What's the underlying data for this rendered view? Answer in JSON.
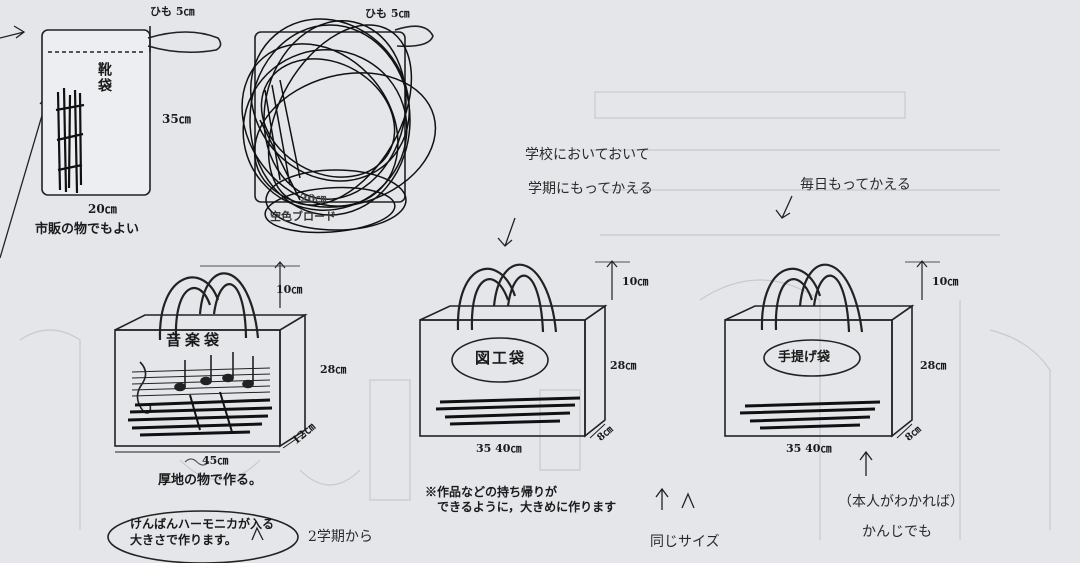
{
  "page": {
    "background": "#e4e6ea",
    "ink": "#1a1a1a",
    "scribble": "#111111",
    "scribble_shade": "#555555"
  },
  "shoe_bag": {
    "label": "靴袋",
    "string": "ひも 5㎝",
    "height": "35㎝",
    "width": "20㎝",
    "note": "市販の物でもよい"
  },
  "second_bag": {
    "string": "ひも 5㎝",
    "width": "20㎝",
    "material": "空色ブロード"
  },
  "music_bag": {
    "label": "音楽袋",
    "handle": "10㎝",
    "height": "28㎝",
    "width": "45㎝",
    "depth": "12㎝",
    "note": "厚地の物で作る。",
    "circled_note_line1": "けんばんハーモニカが入る",
    "circled_note_line2": "大きさで作ります。",
    "hand_note": "2学期から"
  },
  "craft_bag": {
    "label": "図工袋",
    "handle": "10㎝",
    "height": "28㎝",
    "width": "35 40㎝",
    "depth": "8㎝",
    "hand_note_line1": "学校においておいて",
    "hand_note_line2": "学期にもってかえる",
    "note_line1": "※作品などの持ち帰りが",
    "note_line2": "できるように，大きめに作ります",
    "hand_bottom": "同じサイズ"
  },
  "hand_bag": {
    "label": "手提げ袋",
    "handle": "10㎝",
    "height": "28㎝",
    "width": "35 40㎝",
    "depth": "8㎝",
    "hand_note": "毎日もってかえる",
    "hand_note_bottom_line1": "（本人がわかれば）",
    "hand_note_bottom_line2": "かんじでも"
  }
}
